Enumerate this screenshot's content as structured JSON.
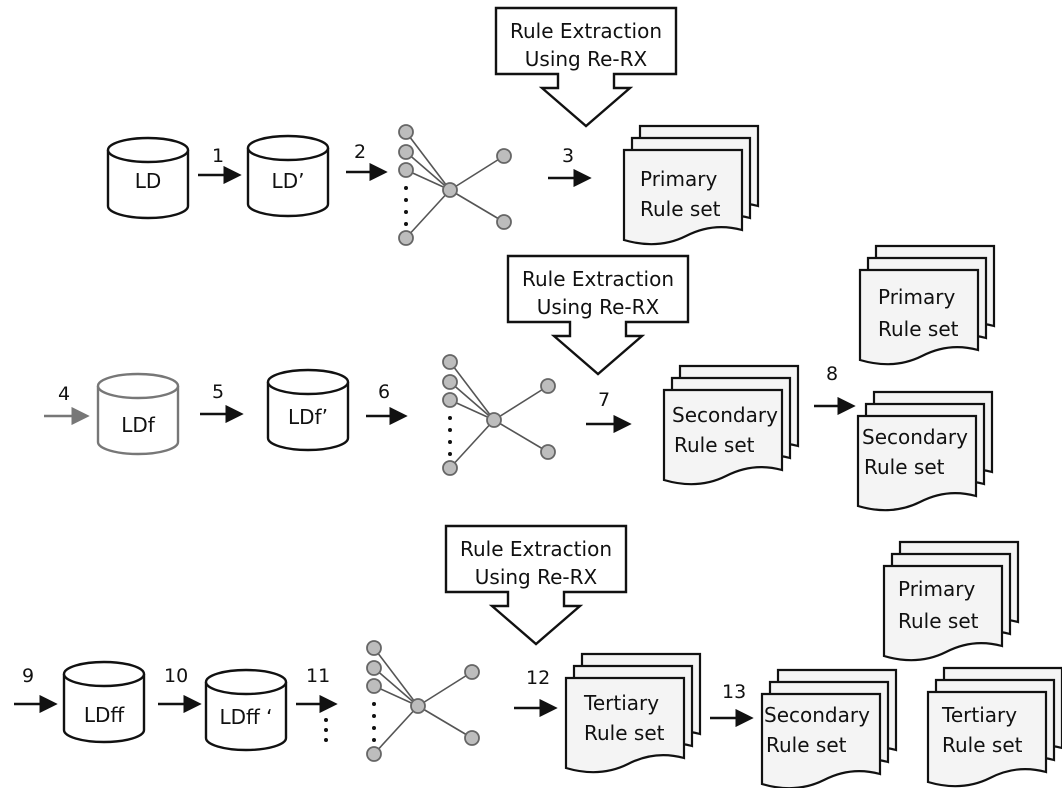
{
  "rule_extraction": {
    "line1": "Rule Extraction",
    "line2": "Using Re-RX"
  },
  "row1": {
    "ld": "LD",
    "ld_prime": "LD’",
    "step1": "1",
    "step2": "2",
    "step3": "3",
    "primary": {
      "line1": "Primary",
      "line2": "Rule set"
    }
  },
  "row2": {
    "ldf": "LDf",
    "ldf_prime": "LDf’",
    "step4": "4",
    "step5": "5",
    "step6": "6",
    "step7": "7",
    "step8": "8",
    "primary": {
      "line1": "Primary",
      "line2": "Rule set"
    },
    "secondary": {
      "line1": "Secondary",
      "line2": "Rule set"
    },
    "secondary_out": {
      "line1": "Secondary",
      "line2": "Rule set"
    }
  },
  "row3": {
    "ldff": "LDff",
    "ldff_prime": "LDff ‘",
    "step9": "9",
    "step10": "10",
    "step11": "11",
    "step12": "12",
    "step13": "13",
    "tertiary": {
      "line1": "Tertiary",
      "line2": "Rule set"
    },
    "primary_out": {
      "line1": "Primary",
      "line2": "Rule set"
    },
    "secondary_out": {
      "line1": "Secondary",
      "line2": "Rule set"
    },
    "tertiary_out": {
      "line1": "Tertiary",
      "line2": "Rule set"
    }
  }
}
